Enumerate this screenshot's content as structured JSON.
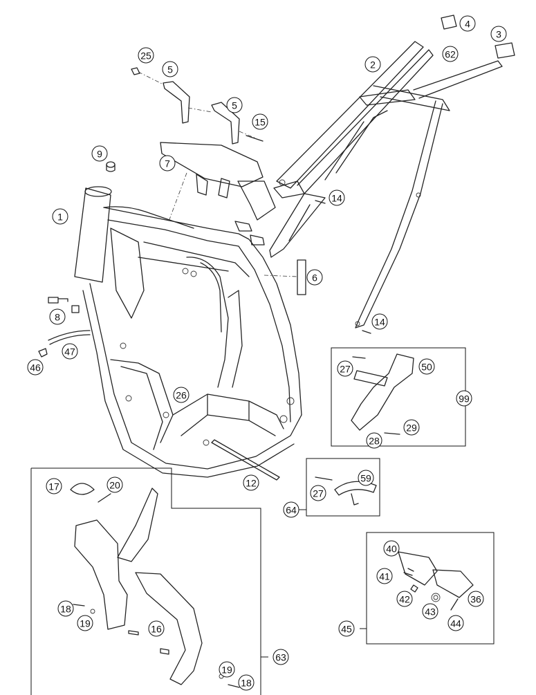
{
  "callouts": [
    {
      "id": "c1",
      "label": "1"
    },
    {
      "id": "c2",
      "label": "2"
    },
    {
      "id": "c3",
      "label": "3"
    },
    {
      "id": "c4",
      "label": "4"
    },
    {
      "id": "c5a",
      "label": "5"
    },
    {
      "id": "c5b",
      "label": "5"
    },
    {
      "id": "c6",
      "label": "6"
    },
    {
      "id": "c7",
      "label": "7"
    },
    {
      "id": "c8",
      "label": "8"
    },
    {
      "id": "c9",
      "label": "9"
    },
    {
      "id": "c12",
      "label": "12"
    },
    {
      "id": "c14a",
      "label": "14"
    },
    {
      "id": "c14b",
      "label": "14"
    },
    {
      "id": "c15",
      "label": "15"
    },
    {
      "id": "c16",
      "label": "16"
    },
    {
      "id": "c17",
      "label": "17"
    },
    {
      "id": "c18a",
      "label": "18"
    },
    {
      "id": "c18b",
      "label": "18"
    },
    {
      "id": "c19a",
      "label": "19"
    },
    {
      "id": "c19b",
      "label": "19"
    },
    {
      "id": "c20",
      "label": "20"
    },
    {
      "id": "c25",
      "label": "25"
    },
    {
      "id": "c26",
      "label": "26"
    },
    {
      "id": "c27a",
      "label": "27"
    },
    {
      "id": "c27b",
      "label": "27"
    },
    {
      "id": "c28",
      "label": "28"
    },
    {
      "id": "c29",
      "label": "29"
    },
    {
      "id": "c36",
      "label": "36"
    },
    {
      "id": "c40",
      "label": "40"
    },
    {
      "id": "c41",
      "label": "41"
    },
    {
      "id": "c42",
      "label": "42"
    },
    {
      "id": "c43",
      "label": "43"
    },
    {
      "id": "c44",
      "label": "44"
    },
    {
      "id": "c45",
      "label": "45"
    },
    {
      "id": "c46",
      "label": "46"
    },
    {
      "id": "c47",
      "label": "47"
    },
    {
      "id": "c50",
      "label": "50"
    },
    {
      "id": "c59",
      "label": "59"
    },
    {
      "id": "c62",
      "label": "62"
    },
    {
      "id": "c63",
      "label": "63"
    },
    {
      "id": "c64",
      "label": "64"
    },
    {
      "id": "c99",
      "label": "99"
    }
  ]
}
